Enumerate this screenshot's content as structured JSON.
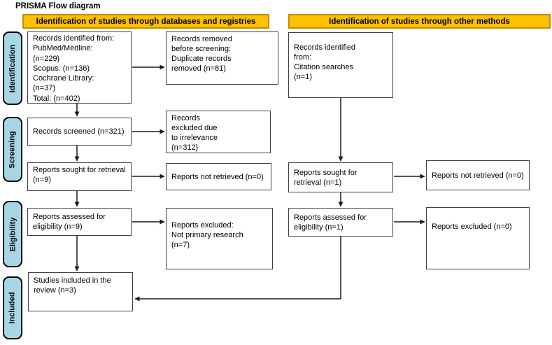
{
  "title": "PRISMA Flow diagram",
  "colors": {
    "banner_fill": "#FFC000",
    "banner_border": "#BF9000",
    "stage_fill": "#A6D5E3",
    "box_border": "#404040",
    "arrow_color": "#1A1A1A",
    "background": "#FFFFFF"
  },
  "banners": {
    "databases": "Identification of studies through databases and registries",
    "other": "Identification of studies through other methods"
  },
  "stages": {
    "identification": "Identification",
    "screening": "Screening",
    "eligibility": "Eligibility",
    "included": "Included"
  },
  "boxes": {
    "db_identified": "Records identified from:\nPubMed/Medline:\n(n=229)\nScopus: (n=136)\nCochrane Library:\n(n=37)\nTotal: (n=402)",
    "removed": "Records removed\nbefore screening:\nDuplicate records\nremoved (n=81)",
    "other_identified": "Records identified\nfrom:\nCitation searches\n(n=1)",
    "screened": "Records screened (n=321)",
    "excluded_irrelevance": "Records\nexcluded due\nto irrelevance\n(n=312)",
    "db_sought": "Reports sought for retrieval\n(n=9)",
    "db_not_retrieved": "Reports not retrieved (n=0)",
    "other_sought": "Reports sought for\nretrieval (n=1)",
    "other_not_retrieved": "Reports not retrieved (n=0)",
    "db_assessed": "Reports assessed for\neligibility (n=9)",
    "db_excluded": "Reports excluded:\nNot primary research\n(n=7)",
    "other_assessed": "Reports assessed for\neligibility (n=1)",
    "other_excluded": "Reports excluded (n=0)",
    "included": "Studies included in the\nreview (n=3)"
  }
}
